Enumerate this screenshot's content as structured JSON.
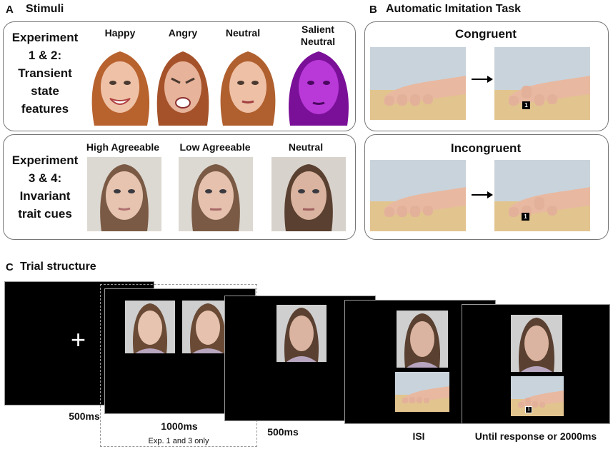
{
  "panel_a": {
    "letter": "A",
    "title": "Stimuli",
    "exp12": {
      "label_lines": [
        "Experiment",
        "1 & 2:",
        "Transient",
        "state",
        "features"
      ],
      "faces": [
        "Happy",
        "Angry",
        "Neutral",
        "Salient\nNeutral"
      ]
    },
    "exp34": {
      "label_lines": [
        "Experiment",
        "3 & 4:",
        "Invariant",
        "trait cues"
      ],
      "faces": [
        "High Agreeable",
        "Low Agreeable",
        "Neutral"
      ]
    }
  },
  "panel_b": {
    "letter": "B",
    "title": "Automatic Imitation Task",
    "congruent": "Congruent",
    "incongruent": "Incongruent",
    "digit": "1"
  },
  "panel_c": {
    "letter": "C",
    "title": "Trial structure",
    "timings": [
      "500ms",
      "1000ms",
      "500ms",
      "ISI",
      "Until response or 2000ms"
    ],
    "note": "Exp. 1 and 3 only",
    "fixation": "+",
    "digit": "1"
  },
  "colors": {
    "purple_face": "#a020c0",
    "screen": "#000000",
    "skin": "#e8b9a0",
    "table": "#e2c48e",
    "wall": "#c9d3dc"
  }
}
